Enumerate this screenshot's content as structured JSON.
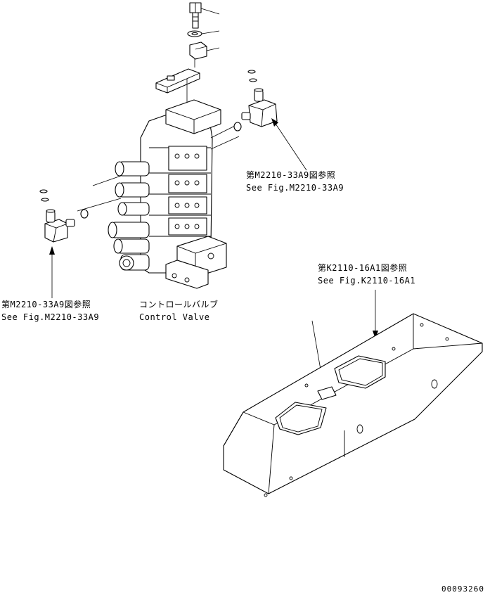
{
  "callouts": {
    "ref_right_jp": "第M2210-33A9図参照",
    "ref_right_en": "See Fig.M2210-33A9",
    "ref_left_jp": "第M2210-33A9図参照",
    "ref_left_en": "See Fig.M2210-33A9",
    "ref_frame_jp": "第K2110-16A1図参照",
    "ref_frame_en": "See Fig.K2110-16A1",
    "valve_jp": "コントロールバルブ",
    "valve_en": "Control Valve"
  },
  "drawing_number": "00093260"
}
